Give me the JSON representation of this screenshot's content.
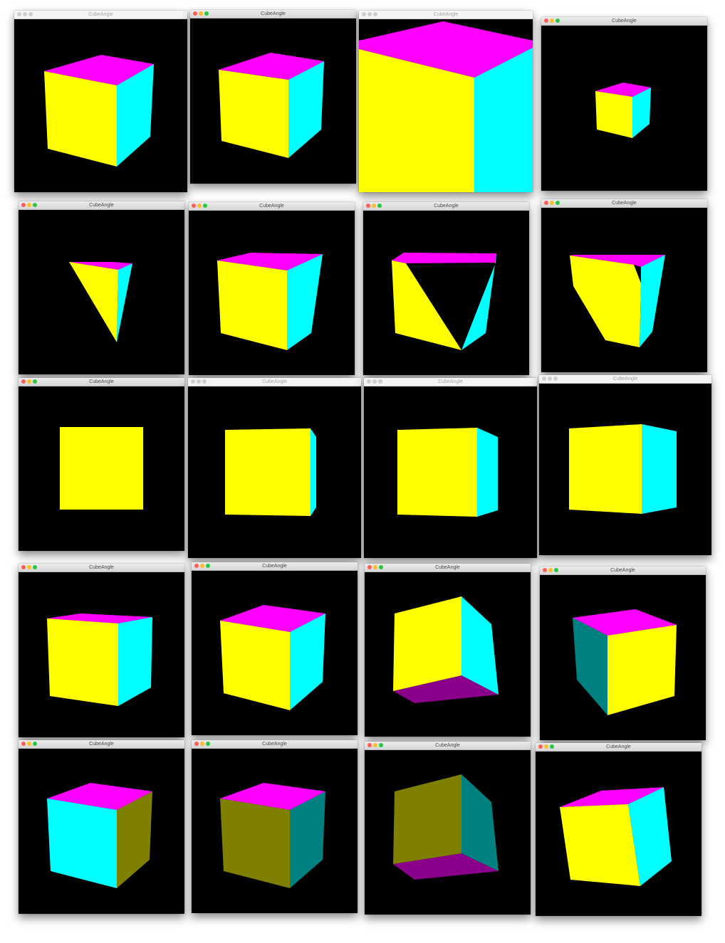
{
  "window_title": "CubeAngle",
  "colors": {
    "background": "#000000",
    "front": "#ffff00",
    "side": "#00ffff",
    "top": "#ff00ff",
    "bottom": "#8b008b",
    "dark_olive": "#808000",
    "dark_teal": "#008080"
  },
  "windows": [
    {
      "title": "CubeAngle",
      "active": false
    },
    {
      "title": "CubeAngle",
      "active": true
    },
    {
      "title": "CubeAngle",
      "active": false
    },
    {
      "title": "CubeAngle",
      "active": true
    },
    {
      "title": "CubeAngle",
      "active": true
    },
    {
      "title": "CubeAngle",
      "active": true
    },
    {
      "title": "CubeAngle",
      "active": true
    },
    {
      "title": "CubeAngle",
      "active": true
    },
    {
      "title": "CubeAngle",
      "active": true
    },
    {
      "title": "CubeAngle",
      "active": false
    },
    {
      "title": "CubeAngle",
      "active": false
    },
    {
      "title": "CubeAngle",
      "active": false
    },
    {
      "title": "CubeAngle",
      "active": true
    },
    {
      "title": "CubeAngle",
      "active": true
    },
    {
      "title": "CubeAngle",
      "active": true
    },
    {
      "title": "CubeAngle",
      "active": true
    },
    {
      "title": "CubeAngle",
      "active": true
    },
    {
      "title": "CubeAngle",
      "active": true
    },
    {
      "title": "CubeAngle",
      "active": true
    },
    {
      "title": "CubeAngle",
      "active": true
    }
  ]
}
